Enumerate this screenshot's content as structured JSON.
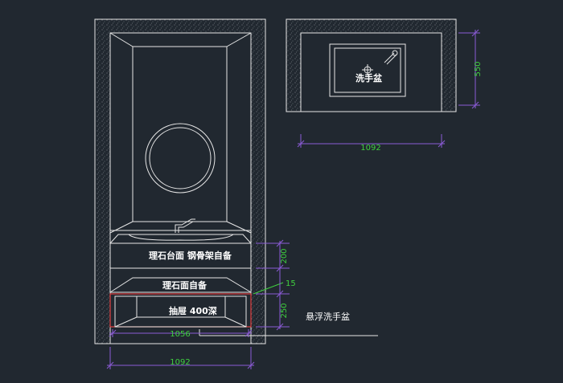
{
  "diagram": {
    "labels": {
      "countertop": "理石台面 钢骨架自备",
      "shelf": "理石面自备",
      "drawer": "抽屉 400深",
      "floating_basin": "悬浮洗手盆",
      "basin_plan": "洗手盆"
    },
    "dimensions": {
      "elev_total_width": "1092",
      "elev_inner_width": "1056",
      "counter_height": "200",
      "drawer_height": "250",
      "gap": "15",
      "plan_width": "1092",
      "plan_depth": "550"
    },
    "colors": {
      "background": "#212830",
      "line": "#e6e6e6",
      "dimension_line": "#8a5bd6",
      "dimension_text": "#3fcf3f",
      "drawer_highlight": "#e04040"
    }
  }
}
